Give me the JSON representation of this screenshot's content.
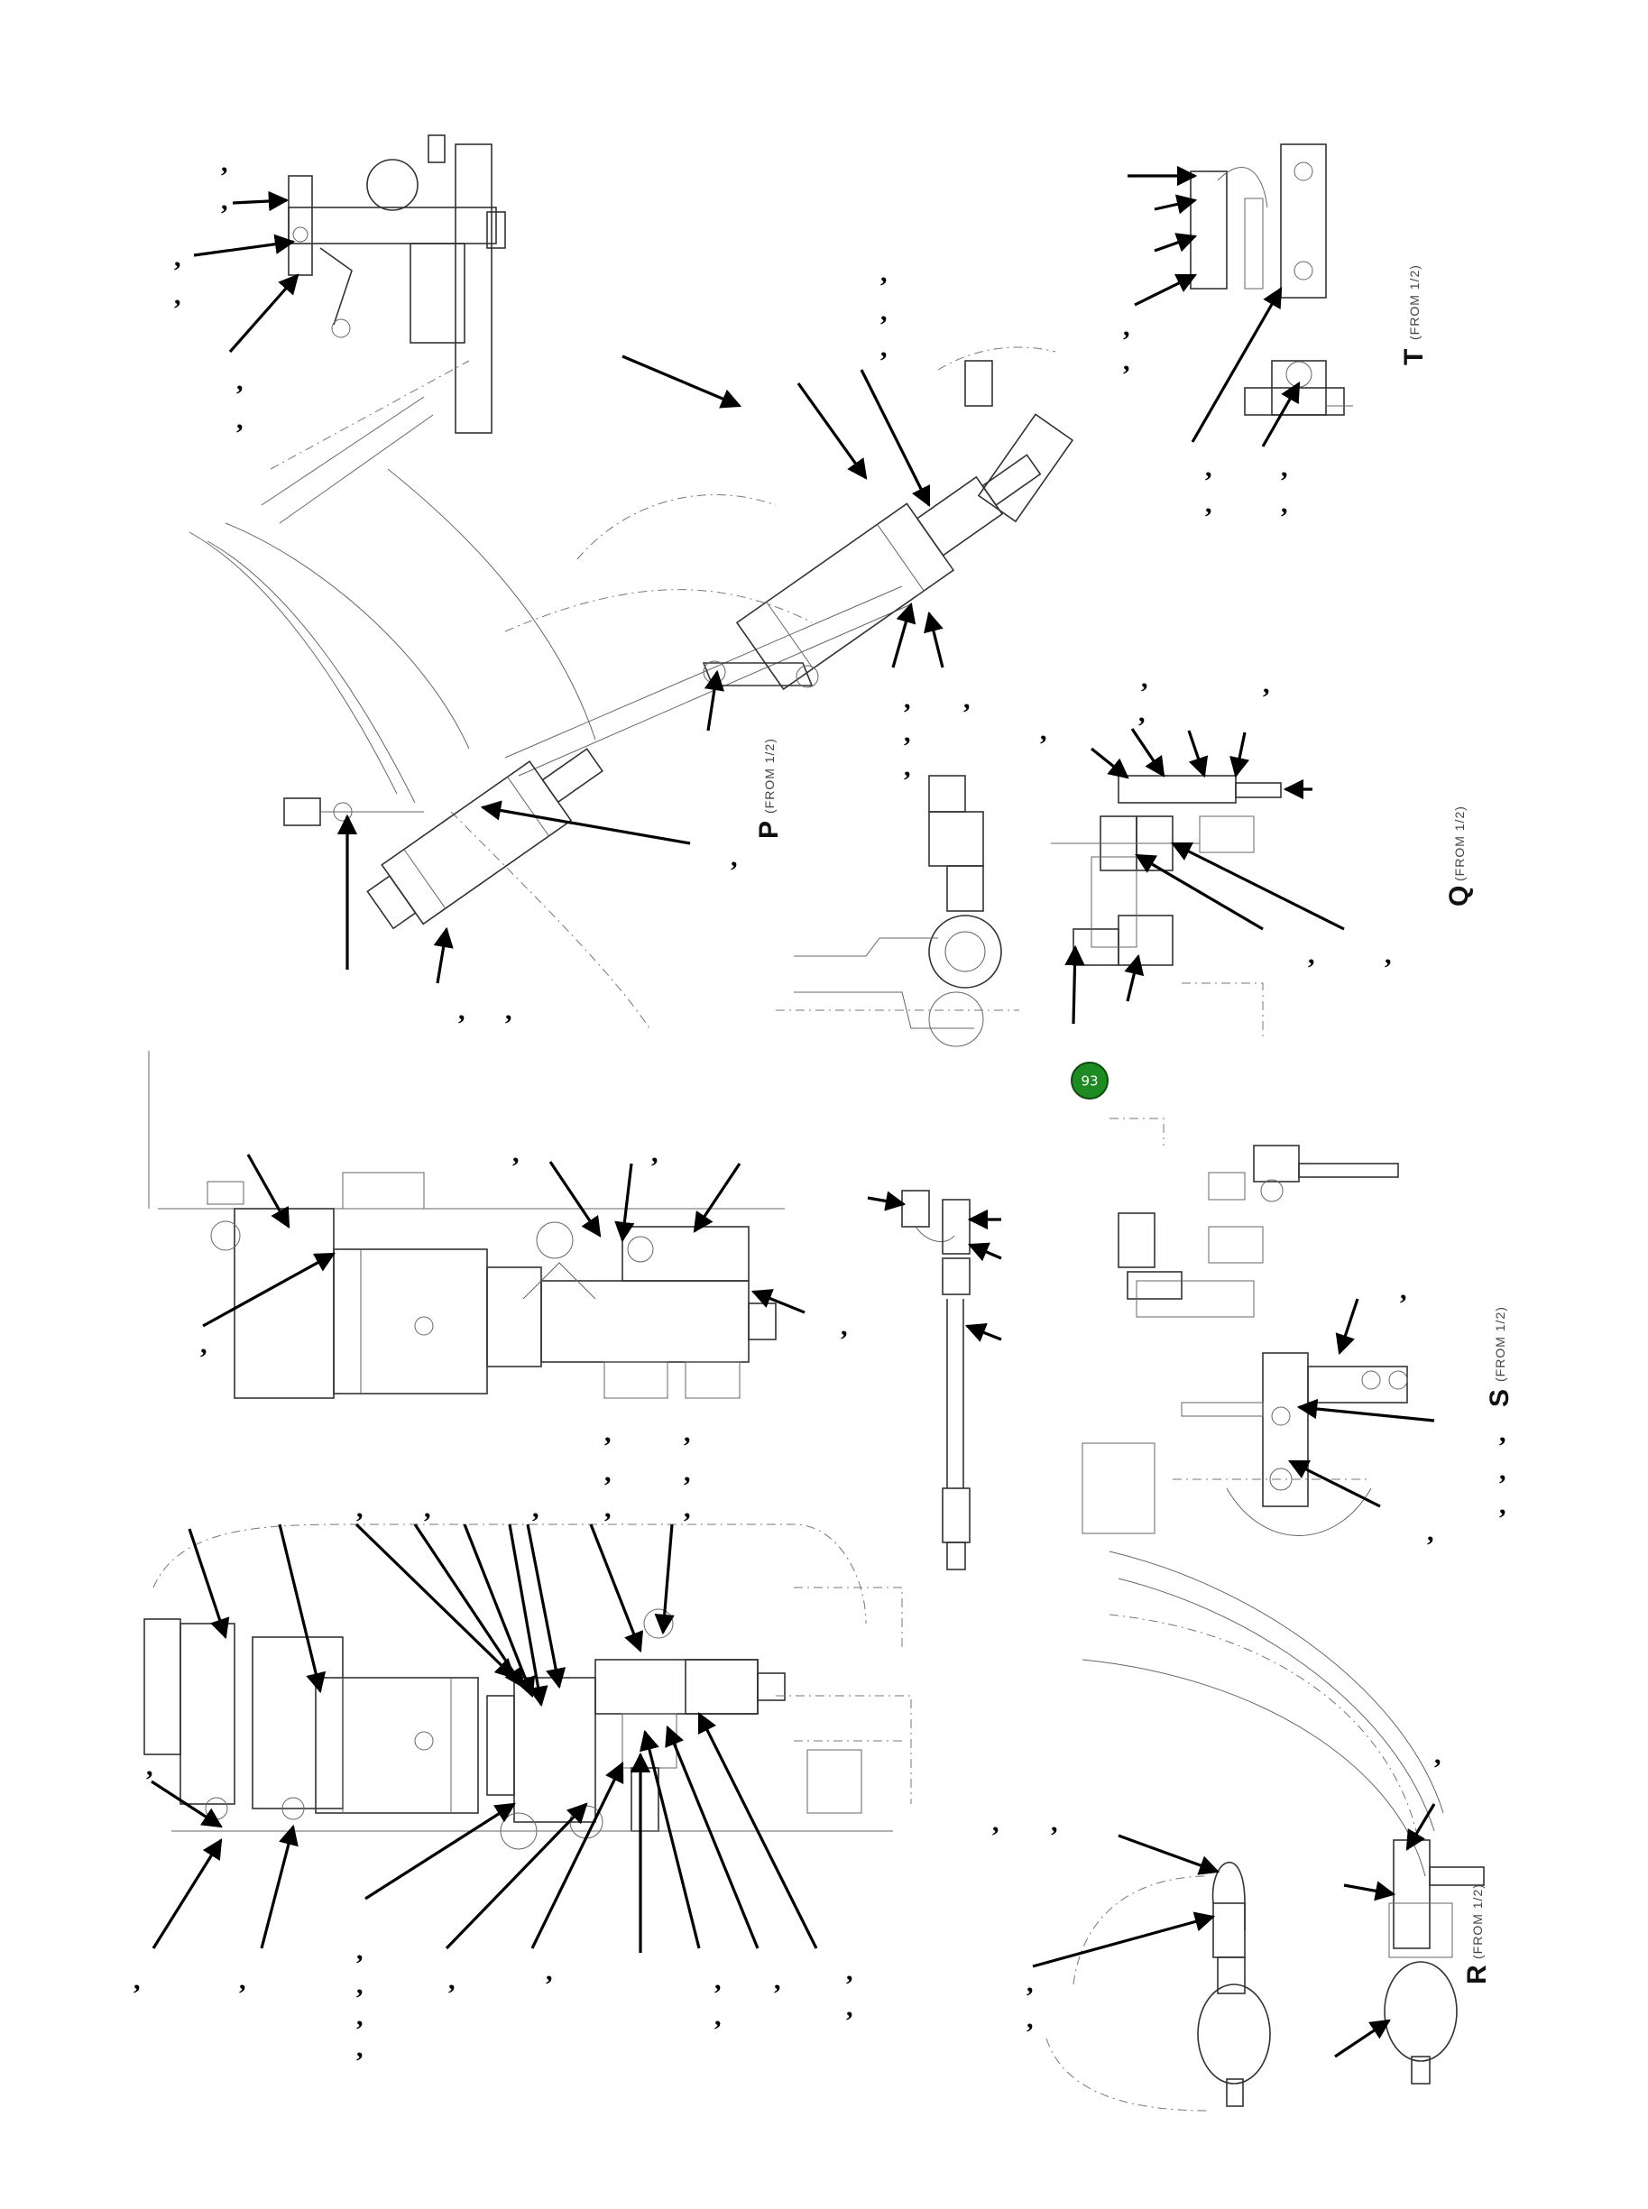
{
  "page": {
    "badge_number": "93",
    "callout_mark": ","
  },
  "views": [
    {
      "id": "P",
      "letter": "P",
      "note": "(FROM 1/2)"
    },
    {
      "id": "Q",
      "letter": "Q",
      "note": "(FROM 1/2)"
    },
    {
      "id": "R",
      "letter": "R",
      "note": "(FROM 1/2)"
    },
    {
      "id": "S",
      "letter": "S",
      "note": "(FROM 1/2)"
    },
    {
      "id": "T",
      "letter": "T",
      "note": "(FROM 1/2)"
    }
  ],
  "colors": {
    "badge_fill": "#1e8a22",
    "line": "#000000"
  },
  "icons": {
    "badge": "page-number-badge",
    "leader": "leader-arrow"
  }
}
